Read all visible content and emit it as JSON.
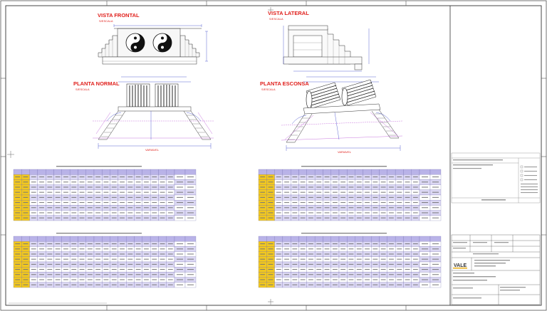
{
  "views": {
    "front": {
      "title": "VISTA FRONTAL",
      "scale": "S/ESCALA"
    },
    "side": {
      "title": "VISTA LATERAL",
      "scale": "S/ESCALA"
    },
    "plan_normal": {
      "title": "PLANTA NORMAL",
      "scale": "S/ESCALA",
      "dimension": "VARIAVEL"
    },
    "plan_hidden": {
      "title": "PLANTA ESCONSA",
      "scale": "S/ESCALA",
      "dimension": "VARIAVEL"
    }
  },
  "tables": [
    {
      "id": "table-1",
      "rows": 10,
      "cols": 22
    },
    {
      "id": "table-2",
      "rows": 10,
      "cols": 22
    },
    {
      "id": "table-3",
      "rows": 10,
      "cols": 22
    },
    {
      "id": "table-4",
      "rows": 10,
      "cols": 22
    }
  ],
  "title_block": {
    "company": "VALE"
  },
  "colors": {
    "label_red": "#e0201c",
    "table_header_purple": "#b9b3e8",
    "table_key_yellow": "#f2c81e",
    "table_row_lilac": "#dcd8f4",
    "dimension_blue": "#3340c8",
    "guideline_magenta": "#b03cd0"
  }
}
